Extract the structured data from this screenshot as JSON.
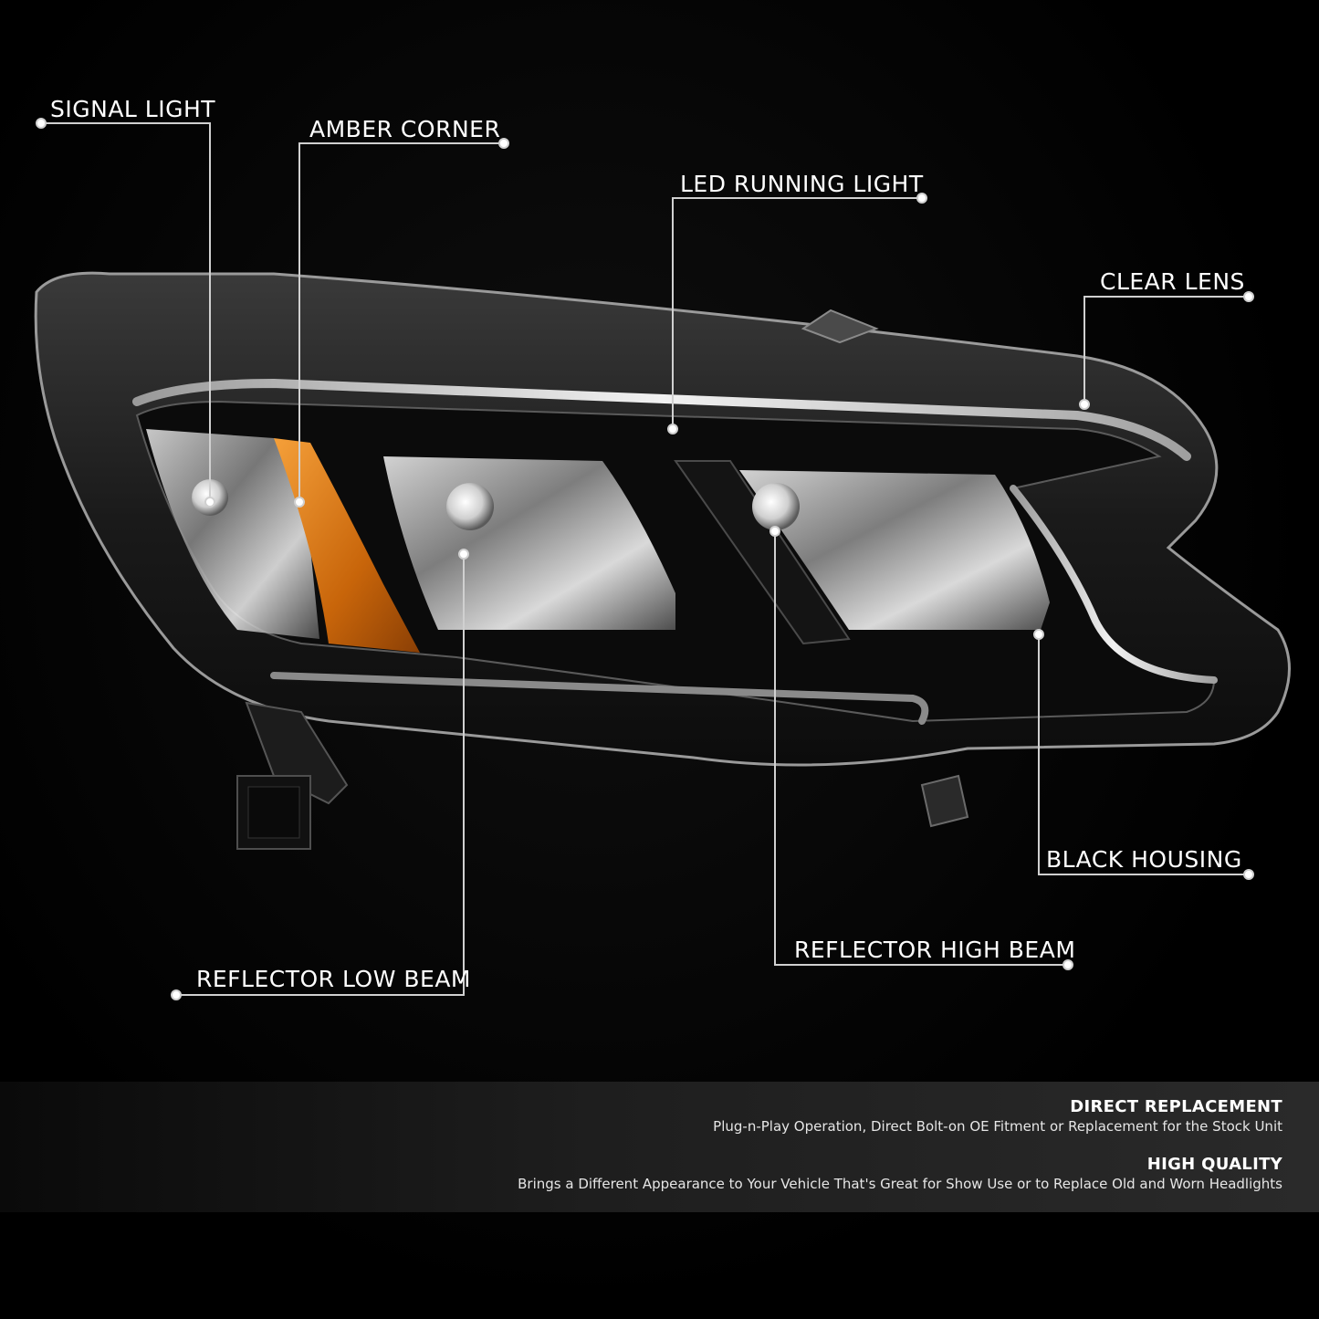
{
  "callouts": {
    "signal_light": "SIGNAL LIGHT",
    "amber_corner": "AMBER CORNER",
    "led_running_light": "LED RUNNING LIGHT",
    "clear_lens": "CLEAR LENS",
    "black_housing": "BLACK HOUSING",
    "reflector_high_beam": "REFLECTOR HIGH BEAM",
    "reflector_low_beam": "REFLECTOR LOW BEAM"
  },
  "features": [
    {
      "title": "DIRECT REPLACEMENT",
      "description": "Plug-n-Play Operation, Direct Bolt-on OE Fitment or Replacement for the Stock Unit"
    },
    {
      "title": "HIGH QUALITY",
      "description": "Brings a Different Appearance to Your Vehicle That's Great for Show Use or to Replace Old and Worn Headlights"
    }
  ],
  "colors": {
    "background": "#000000",
    "callout_text": "#ffffff",
    "leader_line": "#d0d0d0",
    "amber_lens": "#d9780f",
    "panel": "#1e1e1e"
  }
}
